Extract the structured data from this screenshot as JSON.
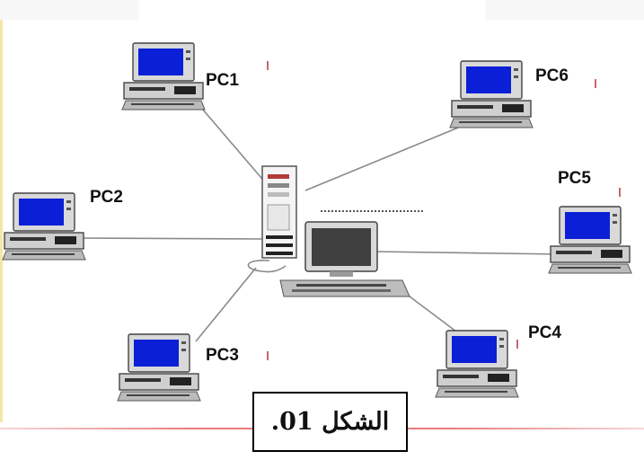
{
  "diagram": {
    "server_label": "",
    "pcs": [
      {
        "id": "PC1",
        "label": "PC1"
      },
      {
        "id": "PC2",
        "label": "PC2"
      },
      {
        "id": "PC3",
        "label": "PC3"
      },
      {
        "id": "PC4",
        "label": "PC4"
      },
      {
        "id": "PC5",
        "label": "PC5"
      },
      {
        "id": "PC6",
        "label": "PC6"
      }
    ]
  },
  "caption": {
    "text": "الشكل 01."
  },
  "colors": {
    "screen_blue": "#0a1fd6",
    "server_screen": "#3f3f3f",
    "line": "#8a8a8a",
    "tick": "#c46a6a"
  }
}
